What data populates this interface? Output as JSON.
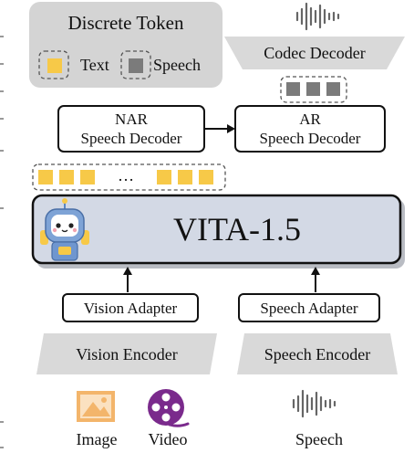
{
  "legend": {
    "title": "Discrete Token",
    "text_label": "Text",
    "speech_label": "Speech"
  },
  "codec_decoder": {
    "label": "Codec Decoder"
  },
  "nar_decoder": {
    "line1": "NAR",
    "line2": "Speech Decoder"
  },
  "ar_decoder": {
    "line1": "AR",
    "line2": "Speech Decoder"
  },
  "token_row": {
    "ellipsis": "…"
  },
  "model": {
    "name": "VITA-1.5"
  },
  "vision_adapter": {
    "label": "Vision Adapter"
  },
  "speech_adapter": {
    "label": "Speech Adapter"
  },
  "vision_encoder": {
    "label": "Vision Encoder"
  },
  "speech_encoder": {
    "label": "Speech Encoder"
  },
  "inputs": {
    "image_label": "Image",
    "video_label": "Video",
    "speech_label": "Speech"
  },
  "colors": {
    "text_token": "#f7c948",
    "speech_token": "#7b7b7b",
    "legend_bg": "#d4d4d4",
    "encoder_bg": "#d9d9d9",
    "model_bg": "#d3d9e5",
    "image_icon": "#f3b56b",
    "video_icon": "#7a2a8c"
  }
}
